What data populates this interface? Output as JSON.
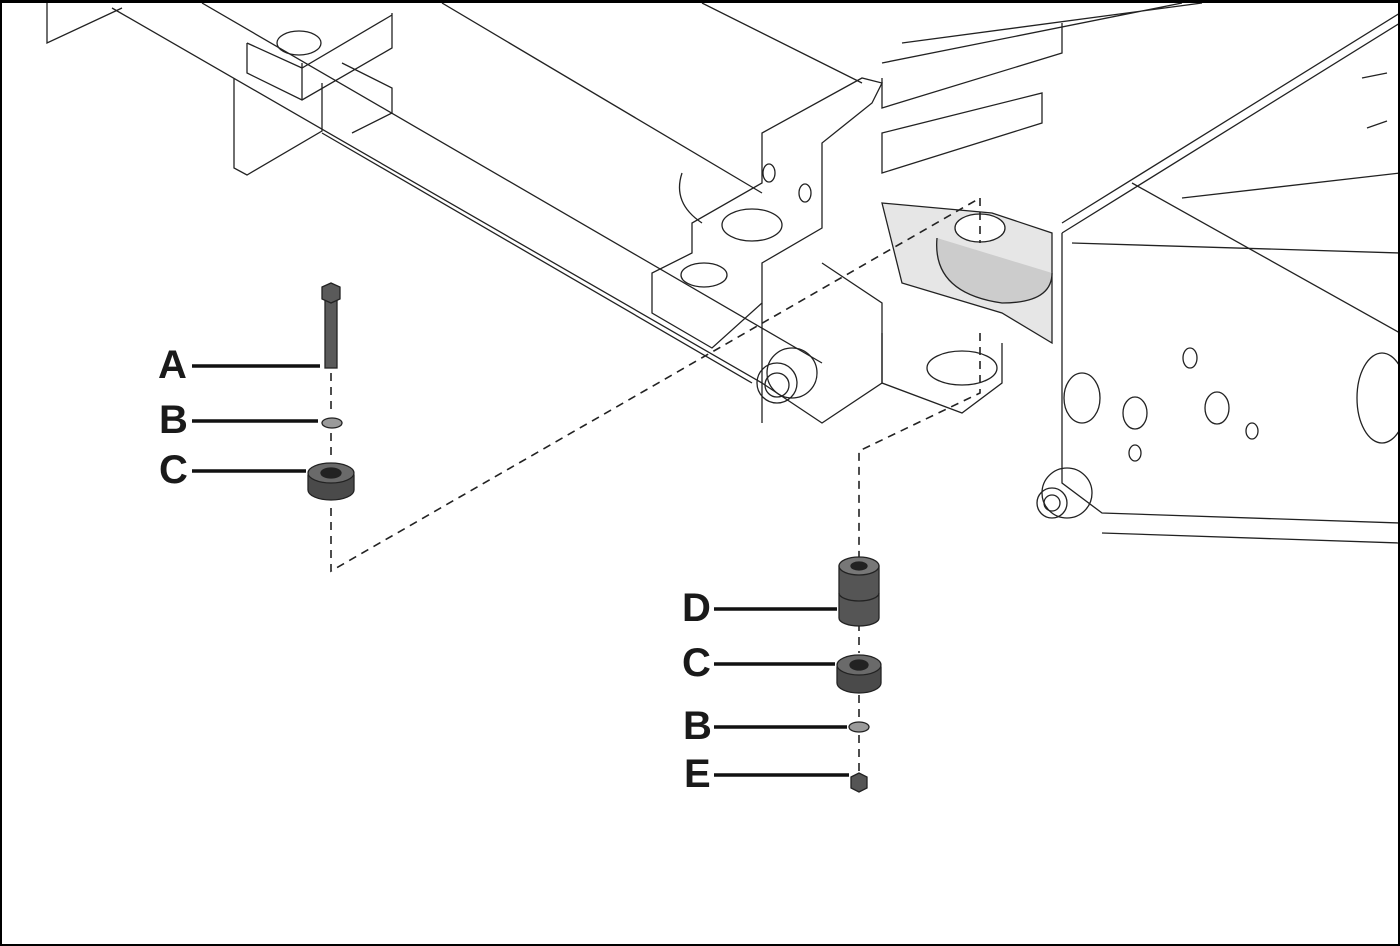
{
  "callouts": {
    "left": [
      {
        "letter": "A",
        "part": "bolt"
      },
      {
        "letter": "B",
        "part": "washer"
      },
      {
        "letter": "C",
        "part": "bushing"
      }
    ],
    "right": [
      {
        "letter": "D",
        "part": "sleeve"
      },
      {
        "letter": "C",
        "part": "bushing"
      },
      {
        "letter": "B",
        "part": "washer"
      },
      {
        "letter": "E",
        "part": "nut"
      }
    ]
  },
  "colors": {
    "part_fill": "#5a5a5a",
    "line": "#1a1a1a",
    "highlight": "#e6e6e6"
  }
}
